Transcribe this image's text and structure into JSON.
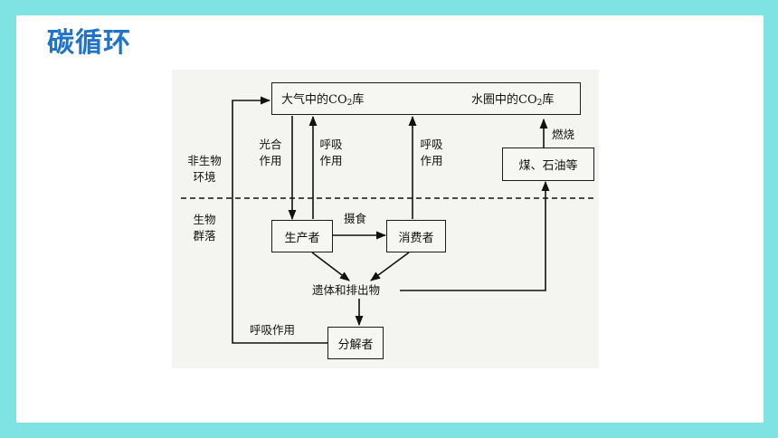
{
  "title": "碳循环",
  "diagram": {
    "atm_a": "大气中的CO",
    "atm_sub": "2",
    "atm_b": "库",
    "water_a": "水圈中的CO",
    "water_sub": "2",
    "water_b": "库",
    "fossil": "煤、石油等",
    "producer": "生产者",
    "consumer": "消费者",
    "decomposer": "分解者",
    "remains": "遗体和排出物",
    "photosynthesis_1": "光合",
    "photosynthesis_2": "作用",
    "respiration_p1": "呼吸",
    "respiration_p2": "作用",
    "respiration_c1": "呼吸",
    "respiration_c2": "作用",
    "burning": "燃烧",
    "feeding": "摄食",
    "respiration_d": "呼吸作用",
    "abiotic_1": "非生物",
    "abiotic_2": "环境",
    "biotic_1": "生物",
    "biotic_2": "群落"
  }
}
